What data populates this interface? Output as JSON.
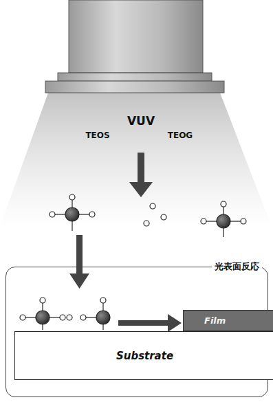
{
  "diagram": {
    "nodes": [
      {
        "text": [
          "光表面反応"
        ]
      },
      {
        "text": [
          "Film"
        ],
        "in": 0
      },
      {
        "text": [
          "Substrate"
        ],
        "in": 0
      }
    ],
    "labels": [
      "VUV",
      "TEOS",
      "TEOG"
    ]
  }
}
